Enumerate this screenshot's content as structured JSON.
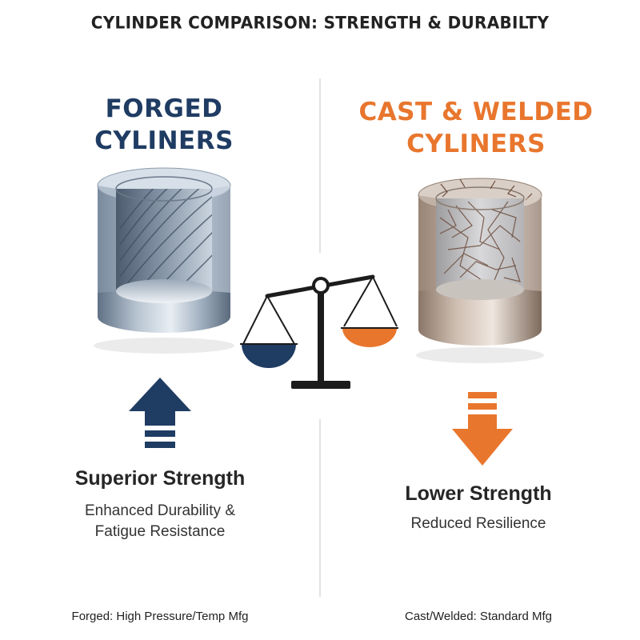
{
  "header": {
    "title": "CYLINDER COMPARISON: STRENGTH & DURABILTY"
  },
  "left": {
    "title_lines": [
      "FORGED CYLINERS"
    ],
    "headline": "Superior Strength",
    "description_lines": [
      "Enhanced Durability &",
      "Fatigue Resistance"
    ],
    "footnote": "Forged: High Pressure/Temp Mfg",
    "accent_color": "#1f3c63",
    "cylinder_icon": "forged-cylinder-icon",
    "arrow_icon": "up-arrow-icon"
  },
  "right": {
    "title_lines": [
      "CAST & WELDED",
      "CYLINERS"
    ],
    "headline": "Lower Strength",
    "description_lines": [
      "Reduced Resilience"
    ],
    "footnote": "Cast/Welded: Standard Mfg",
    "accent_color": "#e8762d",
    "cylinder_icon": "cast-cylinder-icon",
    "arrow_icon": "down-arrow-icon"
  },
  "center": {
    "scale_icon": "balance-scale-icon"
  }
}
